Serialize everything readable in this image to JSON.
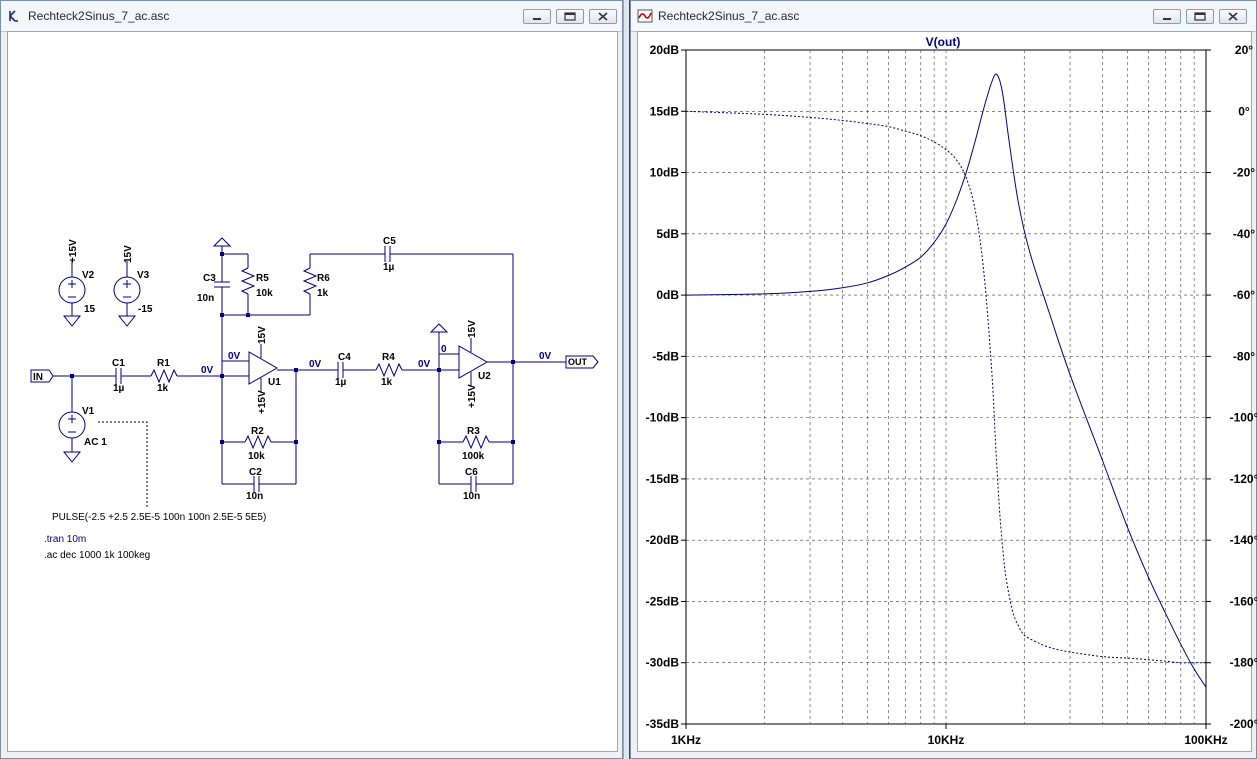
{
  "left_window": {
    "title": "Rechteck2Sinus_7_ac.asc",
    "icon": "schematic-icon"
  },
  "right_window": {
    "title": "Rechteck2Sinus_7_ac.asc",
    "icon": "waveform-icon"
  },
  "window_controls": [
    "minimize-icon",
    "restore-icon",
    "close-icon"
  ],
  "schematic": {
    "supply_v2": {
      "ref": "V2",
      "value": "15",
      "net": "+15V"
    },
    "supply_v3": {
      "ref": "V3",
      "value": "-15",
      "net": "15V"
    },
    "v1": {
      "ref": "V1",
      "value": "AC 1"
    },
    "in_label": "IN",
    "out_label": "OUT",
    "c1": {
      "ref": "C1",
      "value": "1µ"
    },
    "r1": {
      "ref": "R1",
      "value": "1k"
    },
    "c3": {
      "ref": "C3",
      "value": "10n"
    },
    "r5": {
      "ref": "R5",
      "value": "10k"
    },
    "r6": {
      "ref": "R6",
      "value": "1k"
    },
    "c5": {
      "ref": "C5",
      "value": "1µ"
    },
    "r2": {
      "ref": "R2",
      "value": "10k"
    },
    "c2": {
      "ref": "C2",
      "value": "10n"
    },
    "u1": {
      "ref": "U1",
      "top_supply": "15V",
      "bottom_supply": "+15V"
    },
    "c4": {
      "ref": "C4",
      "value": "1µ"
    },
    "r4": {
      "ref": "R4",
      "value": "1k"
    },
    "u2": {
      "ref": "U2",
      "top_supply": "15V",
      "bottom_supply": "+15V"
    },
    "r3": {
      "ref": "R3",
      "value": "100k"
    },
    "c6": {
      "ref": "C6",
      "value": "10n"
    },
    "node_voltages": {
      "u1_inverting": "0V",
      "u1_noninv": "0V",
      "u1_output": "0V",
      "u2_inverting": "0V",
      "u2_output": "0V",
      "u2_noninv": "0"
    },
    "pulse_directive": "PULSE(-2.5 +2.5 2.5E-5 100n 100n 2.5E-5 5E5)",
    "tran_directive": ".tran 10m",
    "ac_directive": ".ac dec 1000 1k 100keg"
  },
  "plot": {
    "trace_label": "V(out)",
    "trace_color": "#00007f",
    "grid_color": "#404040",
    "left_ticks": [
      "20dB",
      "15dB",
      "10dB",
      "5dB",
      "0dB",
      "-5dB",
      "-10dB",
      "-15dB",
      "-20dB",
      "-25dB",
      "-30dB",
      "-35dB"
    ],
    "right_ticks": [
      "20°",
      "0°",
      "-20°",
      "-40°",
      "-60°",
      "-80°",
      "-100°",
      "-120°",
      "-140°",
      "-160°",
      "-180°",
      "-200°"
    ],
    "x_ticks": [
      "1KHz",
      "10KHz",
      "100KHz"
    ]
  },
  "chart_data": {
    "type": "line",
    "title": "V(out)",
    "xlabel": "",
    "ylabel": "",
    "x_scale": "log",
    "xlim": [
      1000,
      100000
    ],
    "ylim": [
      -35,
      20
    ],
    "y2lim": [
      -200,
      20
    ],
    "grid": true,
    "series": [
      {
        "name": "V(out)",
        "axis": "left",
        "style": "solid",
        "x": [
          1000,
          2000,
          3000,
          4000,
          5000,
          6000,
          7000,
          8000,
          9000,
          10000,
          11000,
          12000,
          13000,
          14000,
          15000,
          15700,
          16500,
          17500,
          19000,
          21000,
          25000,
          30000,
          40000,
          50000,
          60000,
          70000,
          80000,
          90000,
          100000
        ],
        "values": [
          0,
          0.1,
          0.3,
          0.6,
          1.0,
          1.6,
          2.3,
          3.1,
          4.3,
          5.8,
          7.8,
          10.1,
          12.7,
          15.3,
          17.4,
          18,
          16.5,
          12.5,
          7.5,
          3.5,
          -1.5,
          -6.5,
          -13.5,
          -19,
          -23,
          -26,
          -28.5,
          -30.5,
          -32
        ]
      },
      {
        "name": "V(out) phase",
        "axis": "right",
        "style": "dashed",
        "x": [
          1000,
          2000,
          3000,
          4000,
          5000,
          6000,
          7000,
          8000,
          9000,
          10000,
          11000,
          12000,
          13000,
          14000,
          15000,
          15500,
          16000,
          16500,
          17000,
          18000,
          19000,
          20000,
          22000,
          25000,
          30000,
          40000,
          50000,
          60000,
          70000,
          80000,
          90000,
          100000
        ],
        "values": [
          0,
          -1,
          -2,
          -3,
          -4,
          -5,
          -6.5,
          -8,
          -10,
          -12.5,
          -16,
          -22,
          -33,
          -53,
          -85,
          -108,
          -128,
          -142,
          -152,
          -163,
          -168,
          -171,
          -173,
          -175,
          -176.5,
          -178,
          -178.5,
          -179,
          -179.5,
          -180,
          -180,
          -180
        ]
      }
    ]
  }
}
